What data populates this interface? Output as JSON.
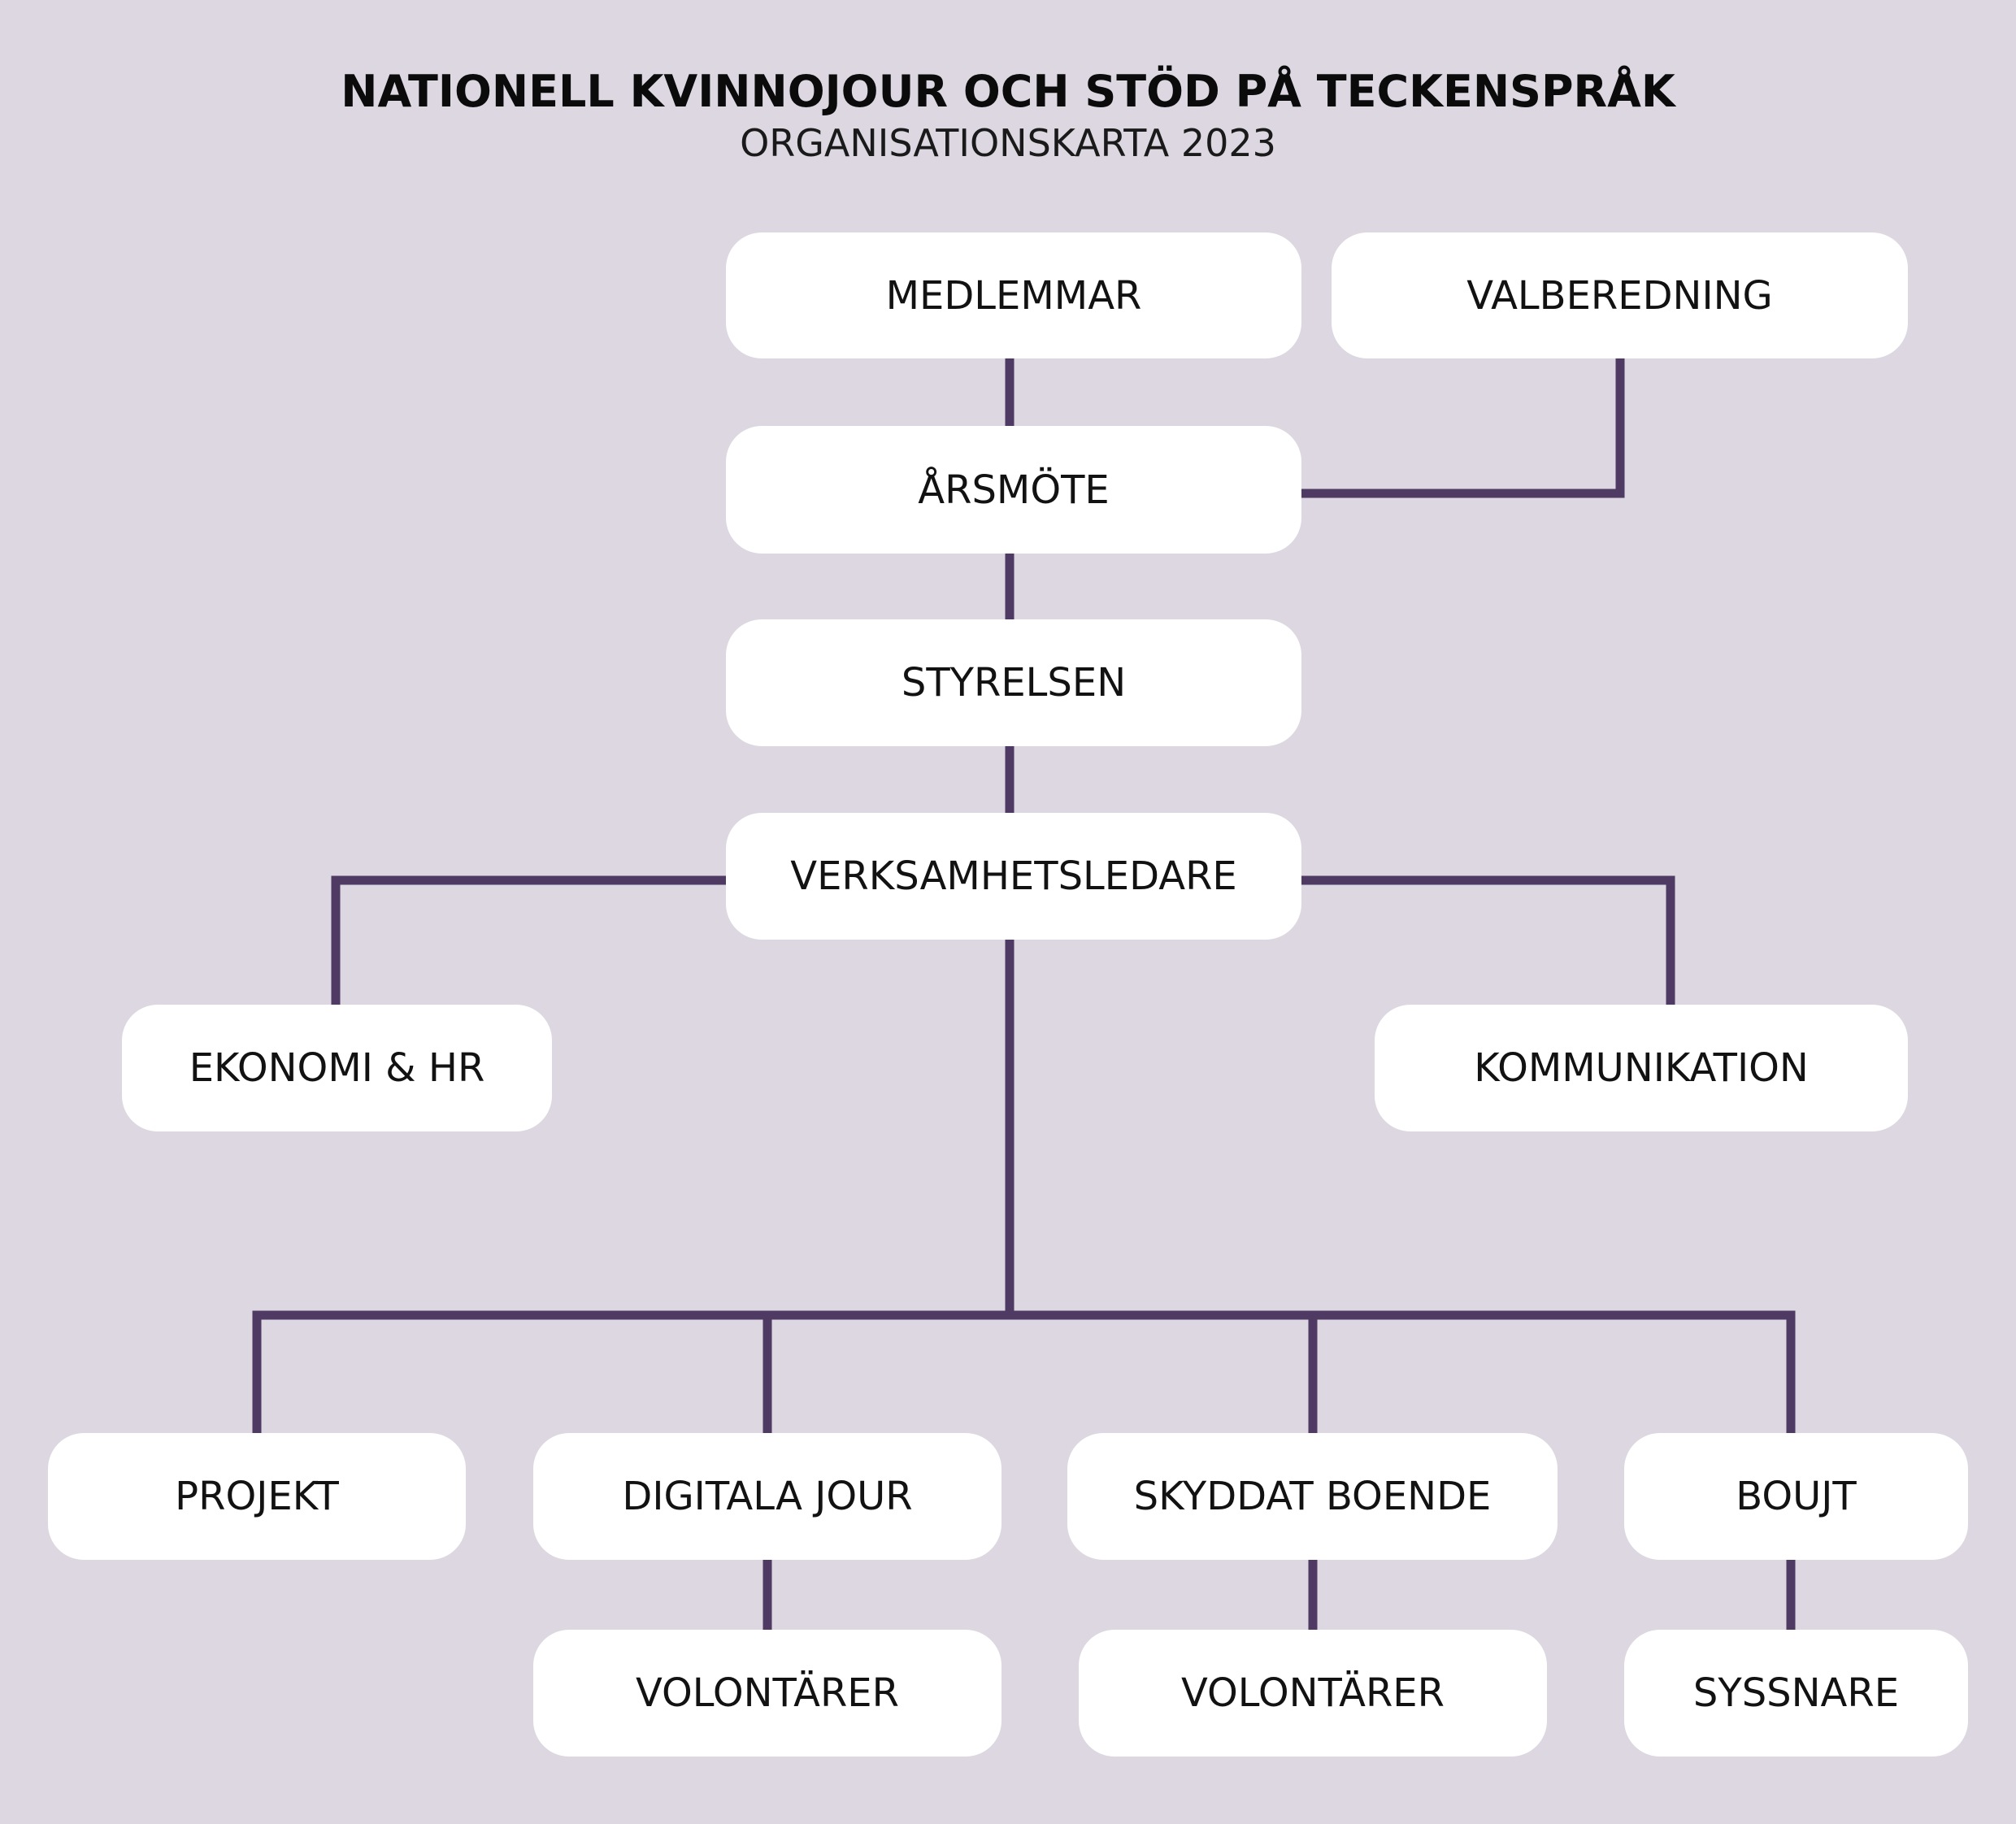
{
  "header": {
    "title": "NATIONELL KVINNOJOUR OCH STÖD PÅ TECKENSPRÅK",
    "subtitle": "ORGANISATIONSKARTA 2023"
  },
  "colors": {
    "background": "#dcd7e1",
    "line": "#4e3a63",
    "box": "#ffffff",
    "text": "#121212"
  },
  "nodes": {
    "medlemmar": "MEDLEMMAR",
    "valberedning": "VALBEREDNING",
    "arsmote": "ÅRSMÖTE",
    "styrelsen": "STYRELSEN",
    "verksamhetsledare": "VERKSAMHETSLEDARE",
    "ekonomi": "EKONOMI & HR",
    "kommunikation": "KOMMUNIKATION",
    "projekt": "PROJEKT",
    "digitala_jour": "DIGITALA JOUR",
    "skyddat_boende": "SKYDDAT BOENDE",
    "boujt": "BOUJT",
    "volontarer_1": "VOLONTÄRER",
    "volontarer_2": "VOLONTÄRER",
    "syssnare": "SYSSNARE"
  }
}
